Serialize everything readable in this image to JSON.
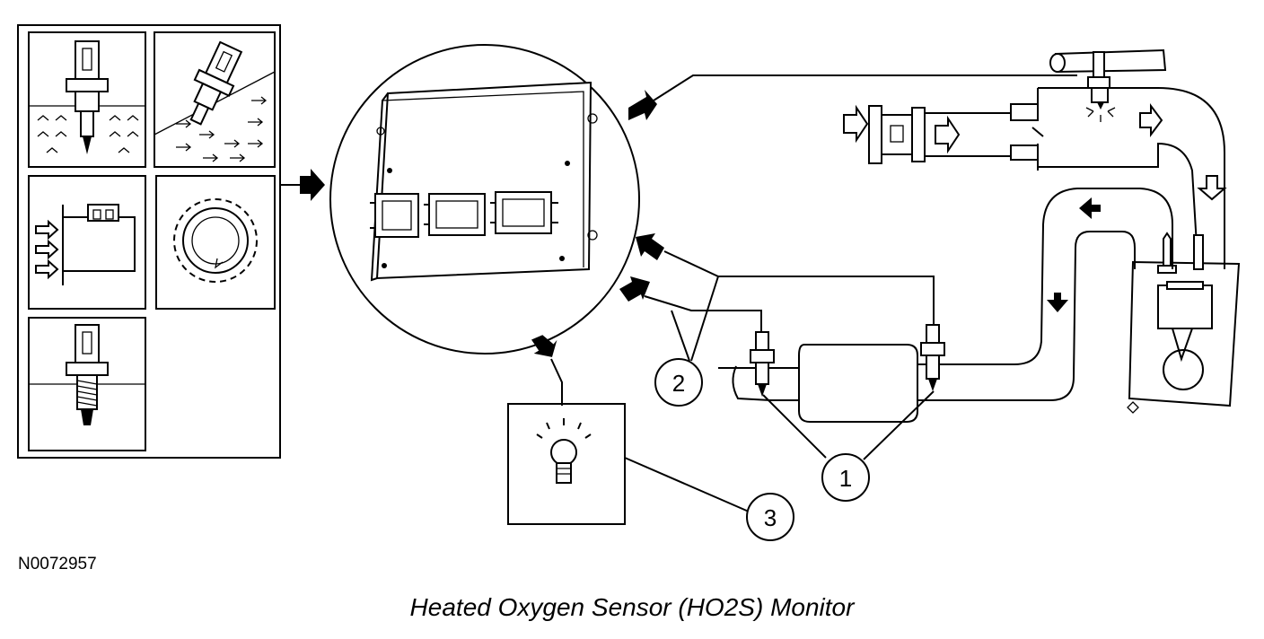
{
  "figure_id": "N0072957",
  "title": "Heated Oxygen Sensor (HO2S) Monitor",
  "callouts": {
    "c1": "1",
    "c2": "2",
    "c3": "3"
  },
  "icons": [
    "temperature-sensor-icon",
    "airflow-sensor-icon",
    "mass-air-flow-sensor-icon",
    "crankshaft-position-sensor-icon",
    "threaded-sensor-icon",
    "powertrain-control-module-icon",
    "malfunction-indicator-lamp-icon",
    "fuel-injector-icon",
    "throttle-body-icon",
    "catalytic-converter-icon",
    "engine-cylinder-icon"
  ]
}
